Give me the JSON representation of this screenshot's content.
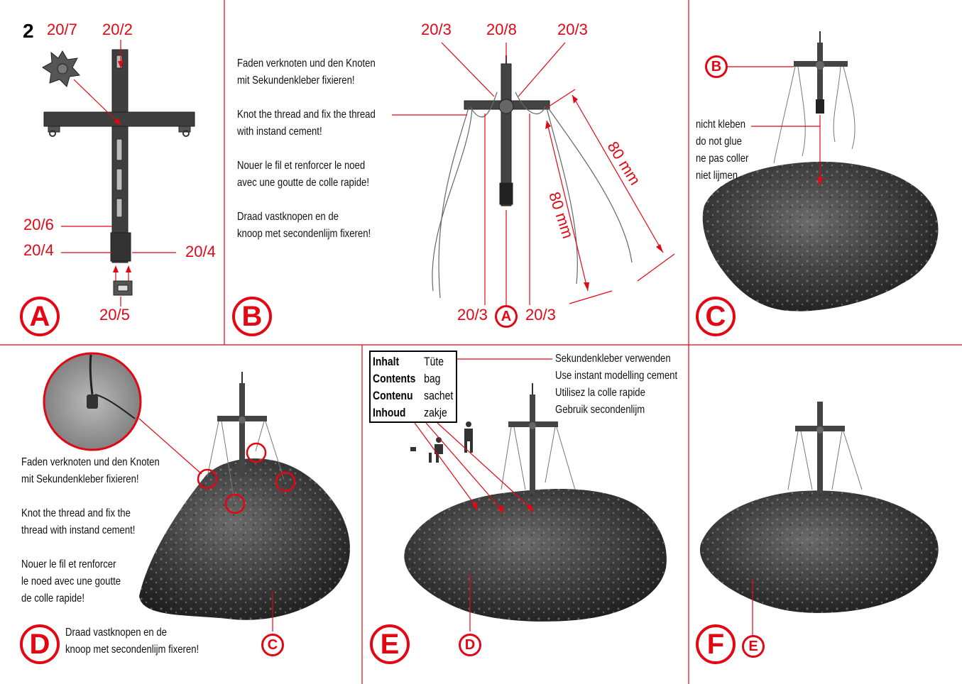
{
  "page_number": "2",
  "colors": {
    "accent": "#e30613",
    "text": "#111111"
  },
  "panels": {
    "A": {
      "badge": "A",
      "labels": {
        "top_left": "20/7",
        "top_right": "20/2",
        "left_mid": "20/6",
        "left_low": "20/4",
        "right_low": "20/4",
        "bottom": "20/5"
      }
    },
    "B": {
      "badge": "B",
      "labels": {
        "top_left": "20/3",
        "top_mid": "20/8",
        "top_right": "20/3",
        "bottom_left": "20/3",
        "bottom_right": "20/3",
        "bottom_ref": "A"
      },
      "dims": {
        "inner": "80 mm",
        "outer": "80 mm"
      },
      "instructions": [
        "Faden verknoten und den Knoten",
        "mit Sekundenkleber fixieren!",
        "",
        "Knot the thread and fix the thread",
        "with instand cement!",
        "",
        "Nouer le fil et renforcer le noed",
        "avec une goutte de colle rapide!",
        "",
        "Draad vastknopen en de",
        "knoop met secondenlijm fixeren!"
      ]
    },
    "C": {
      "badge": "C",
      "ref": "B",
      "instructions": [
        "nicht kleben",
        "do not glue",
        "ne pas coller",
        "niet lijmen"
      ]
    },
    "D": {
      "badge": "D",
      "ref": "C",
      "instructions": [
        "Faden verknoten und den Knoten",
        "mit Sekundenkleber fixieren!",
        "",
        "Knot the thread and fix the",
        "thread with instand cement!",
        "",
        "Nouer le fil et renforcer",
        "le noed avec une goutte",
        "de colle rapide!"
      ],
      "footer": [
        "Draad vastknopen en de",
        "knoop met secondenlijm fixeren!"
      ]
    },
    "E": {
      "badge": "E",
      "ref": "D",
      "legend": [
        {
          "key": "Inhalt",
          "value": "Tüte"
        },
        {
          "key": "Contents",
          "value": "bag"
        },
        {
          "key": "Contenu",
          "value": "sachet"
        },
        {
          "key": "Inhoud",
          "value": "zakje"
        }
      ],
      "instructions": [
        "Sekundenkleber verwenden",
        "Use instant modelling cement",
        "Utilisez la colle rapide",
        "Gebruik secondenlijm"
      ]
    },
    "F": {
      "badge": "F",
      "ref": "E"
    }
  }
}
